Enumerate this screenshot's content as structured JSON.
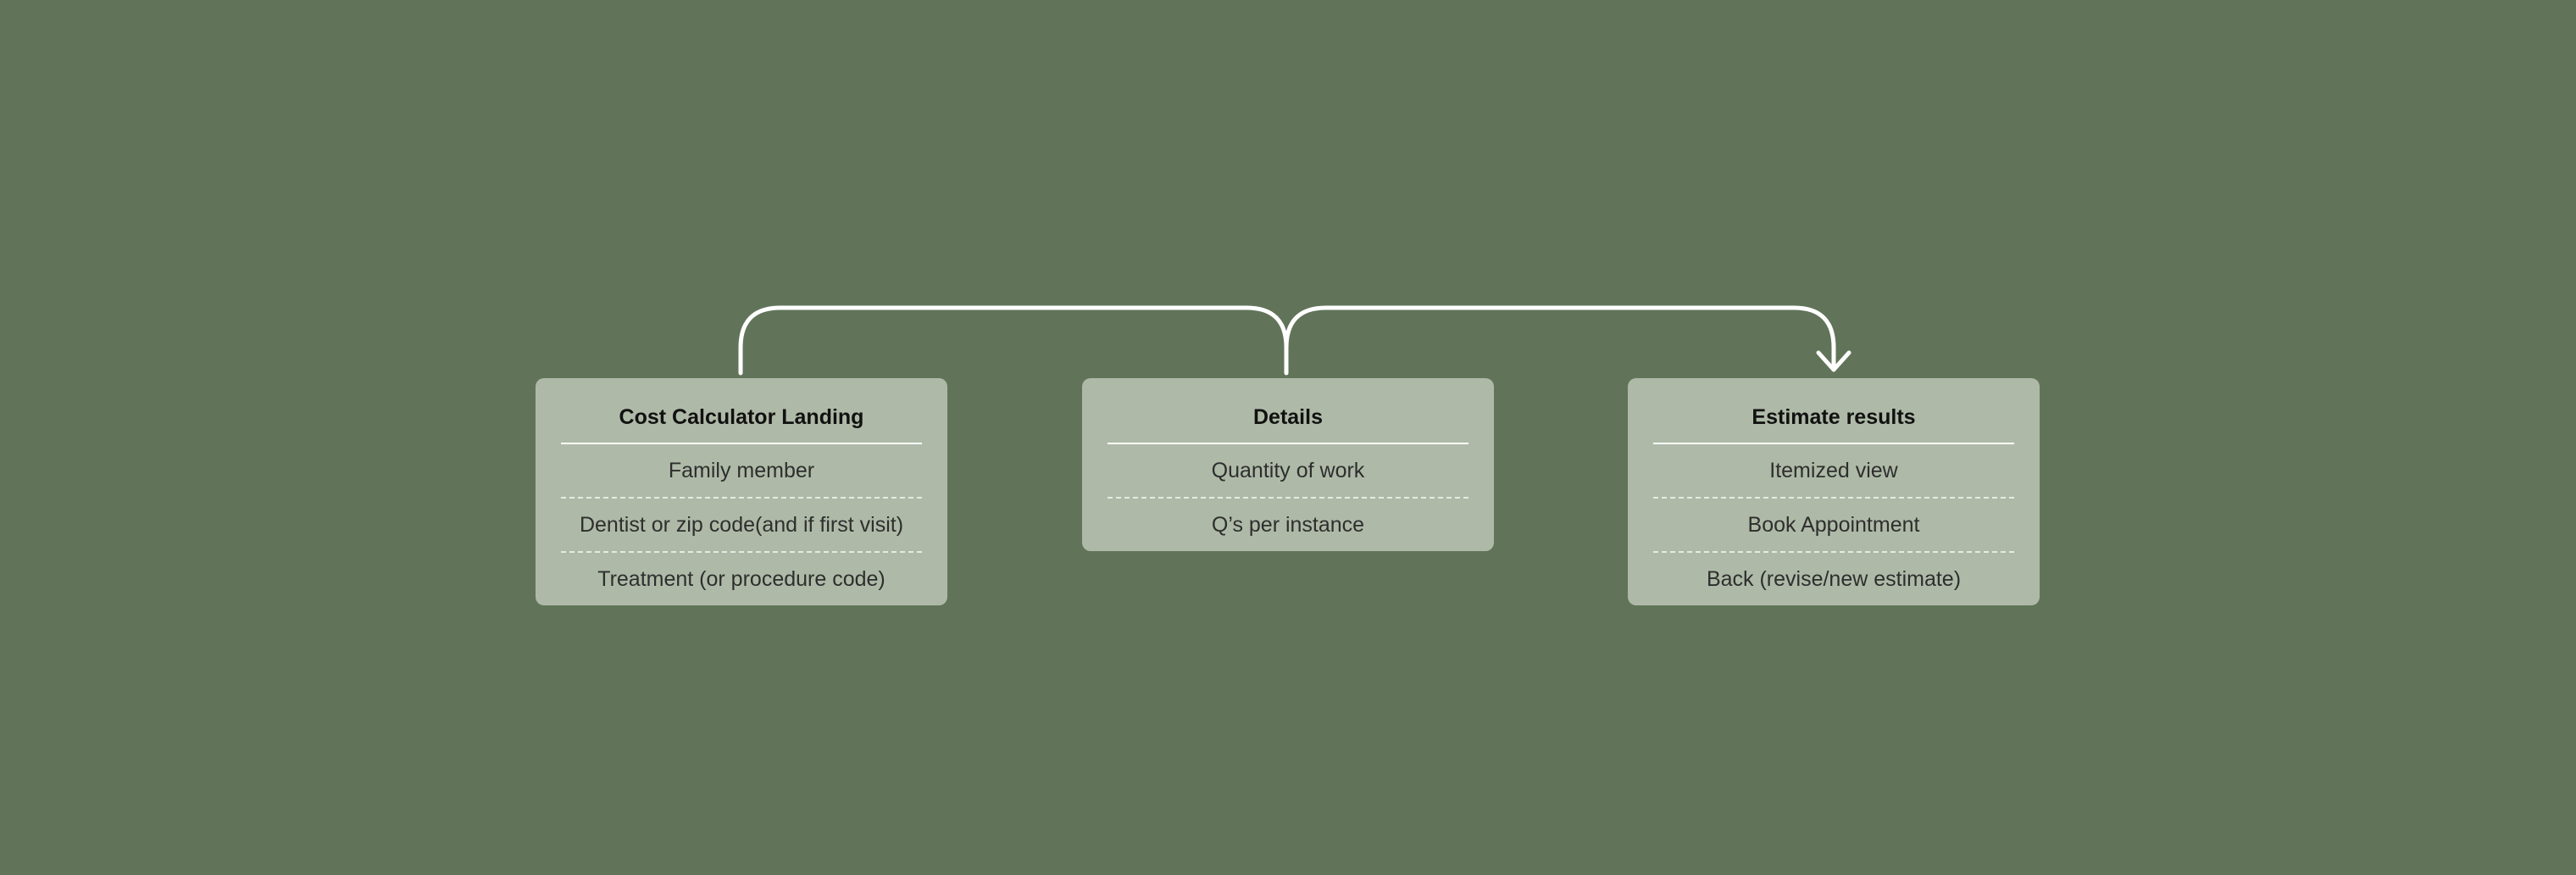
{
  "diagram": {
    "cards": [
      {
        "title": "Cost Calculator Landing",
        "items": [
          "Family member",
          "Dentist or zip code(and if first visit)",
          "Treatment (or procedure code)"
        ]
      },
      {
        "title": "Details",
        "items": [
          "Quantity of work",
          "Q’s per instance"
        ]
      },
      {
        "title": "Estimate results",
        "items": [
          "Itemized view",
          "Book Appointment",
          "Back (revise/new estimate)"
        ]
      }
    ],
    "colors": {
      "background": "#617459",
      "card": "#aebaa7",
      "connector": "#ffffff"
    }
  }
}
